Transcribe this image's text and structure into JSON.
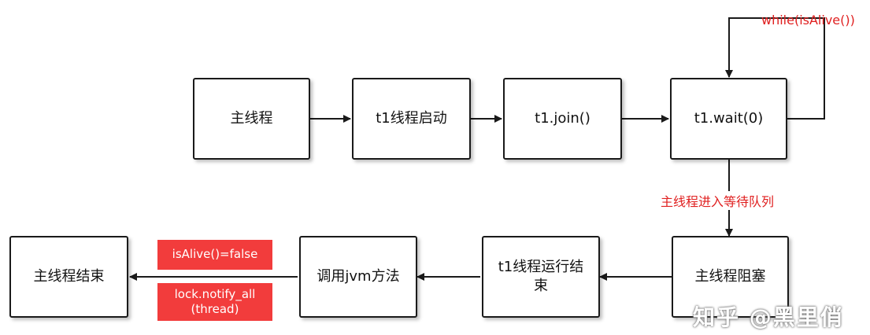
{
  "nodes": {
    "main_thread": "主线程",
    "t1_start": "t1线程启动",
    "t1_join": "t1.join()",
    "t1_wait": "t1.wait(0)",
    "main_blocked": "主线程阻塞",
    "t1_end": "t1线程运行结束",
    "call_jvm": "调用jvm方法",
    "main_end": "主线程结束"
  },
  "labels": {
    "loop_condition": "while(isAlive())",
    "enter_wait_queue": "主线程进入等待队列",
    "is_alive_false": "isAlive()=false",
    "lock_notify_all": "lock.notify_all\n(thread)"
  },
  "watermark": "知乎 @黑里俏",
  "colors": {
    "stroke": "#1a1a1a",
    "red_text": "#e02020",
    "red_tag": "#f23c3c"
  }
}
